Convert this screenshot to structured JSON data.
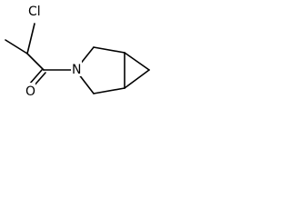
{
  "molecule": {
    "atoms": [
      {
        "id": "Cl",
        "label": "Cl"
      },
      {
        "id": "N",
        "label": "N"
      },
      {
        "id": "O",
        "label": "O"
      }
    ]
  }
}
